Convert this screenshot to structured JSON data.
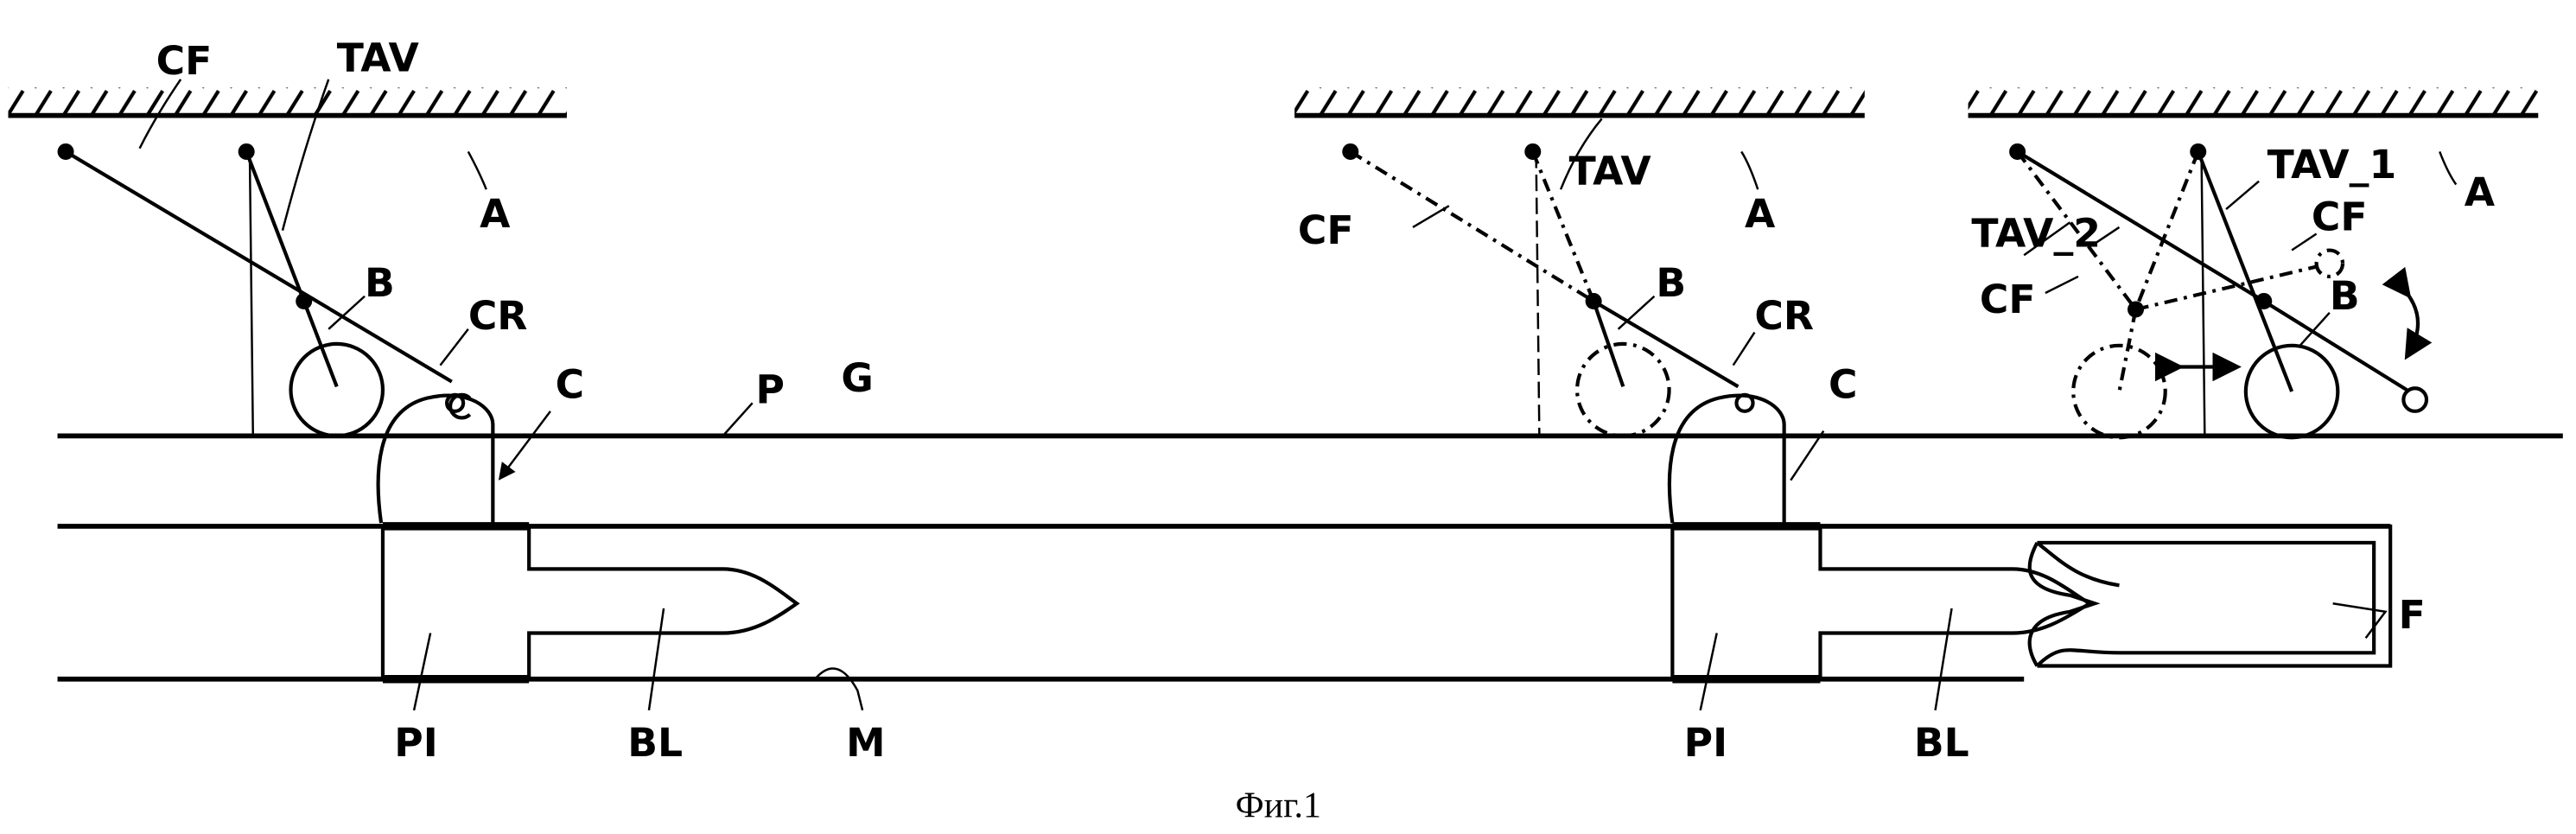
{
  "figure": {
    "caption": "Фиг.1",
    "labels": {
      "cf": "CF",
      "tav": "TAV",
      "tav1": "TAV_1",
      "tav2": "TAV_2",
      "a": "A",
      "b": "B",
      "cr": "CR",
      "c": "C",
      "p": "P",
      "g": "G",
      "pi": "PI",
      "bl": "BL",
      "m": "M",
      "f": "F"
    }
  }
}
